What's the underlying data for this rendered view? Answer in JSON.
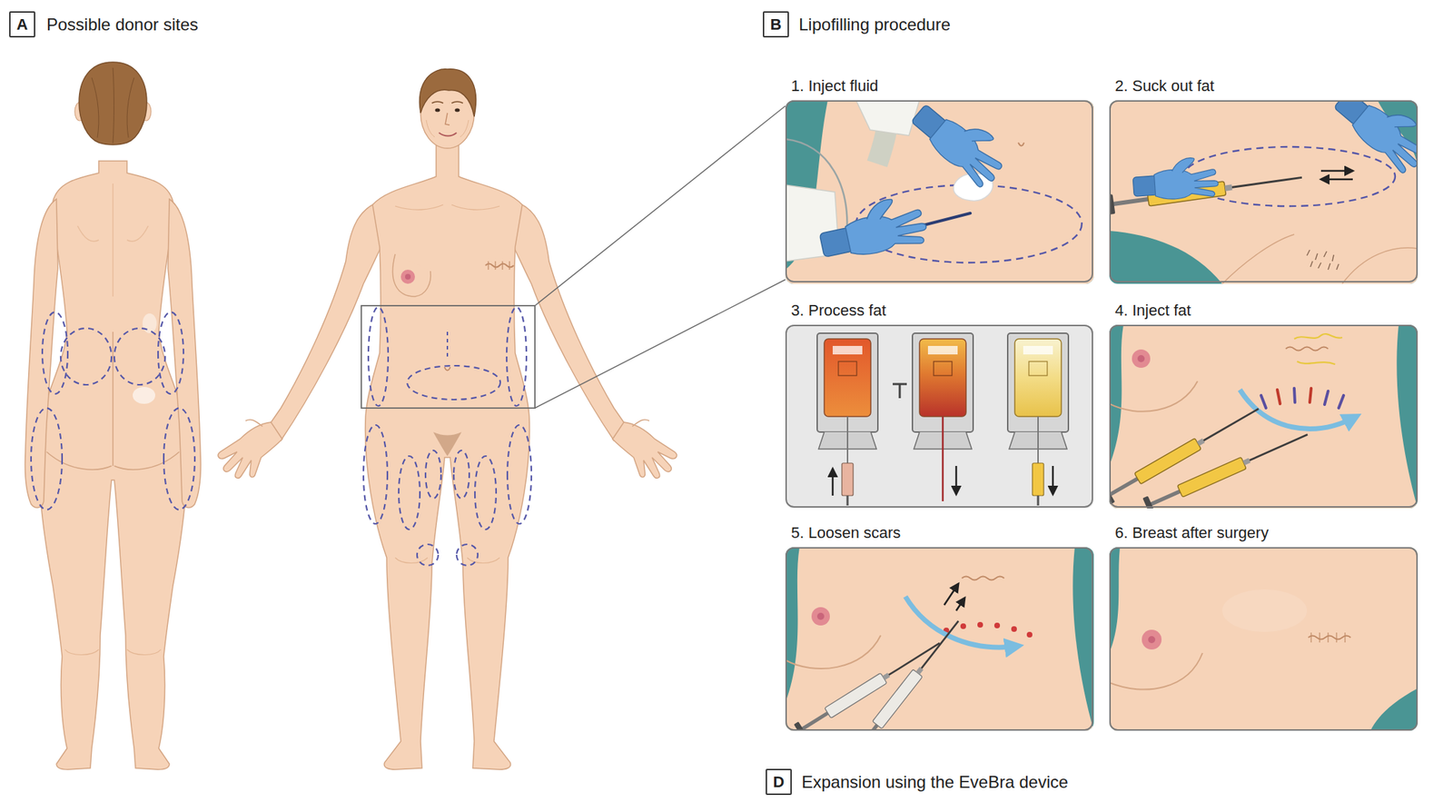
{
  "diagram": {
    "nodes": [
      {
        "text": [
          "A"
        ]
      },
      {
        "text": [
          "B"
        ]
      },
      {
        "text": [
          "1. Inject fluid"
        ]
      },
      {
        "text": [
          "2. Suck out fat"
        ]
      },
      {
        "text": [
          "3. Process fat"
        ]
      },
      {
        "text": [
          "4. Inject fat"
        ]
      },
      {
        "text": [
          "5. Loosen scars"
        ]
      },
      {
        "text": [
          "6. Breast after surgery"
        ]
      },
      {
        "text": [
          "D"
        ]
      }
    ],
    "labels": [
      "Possible donor sites",
      "Lipofilling procedure",
      "Expansion using the EveBra device"
    ]
  }
}
